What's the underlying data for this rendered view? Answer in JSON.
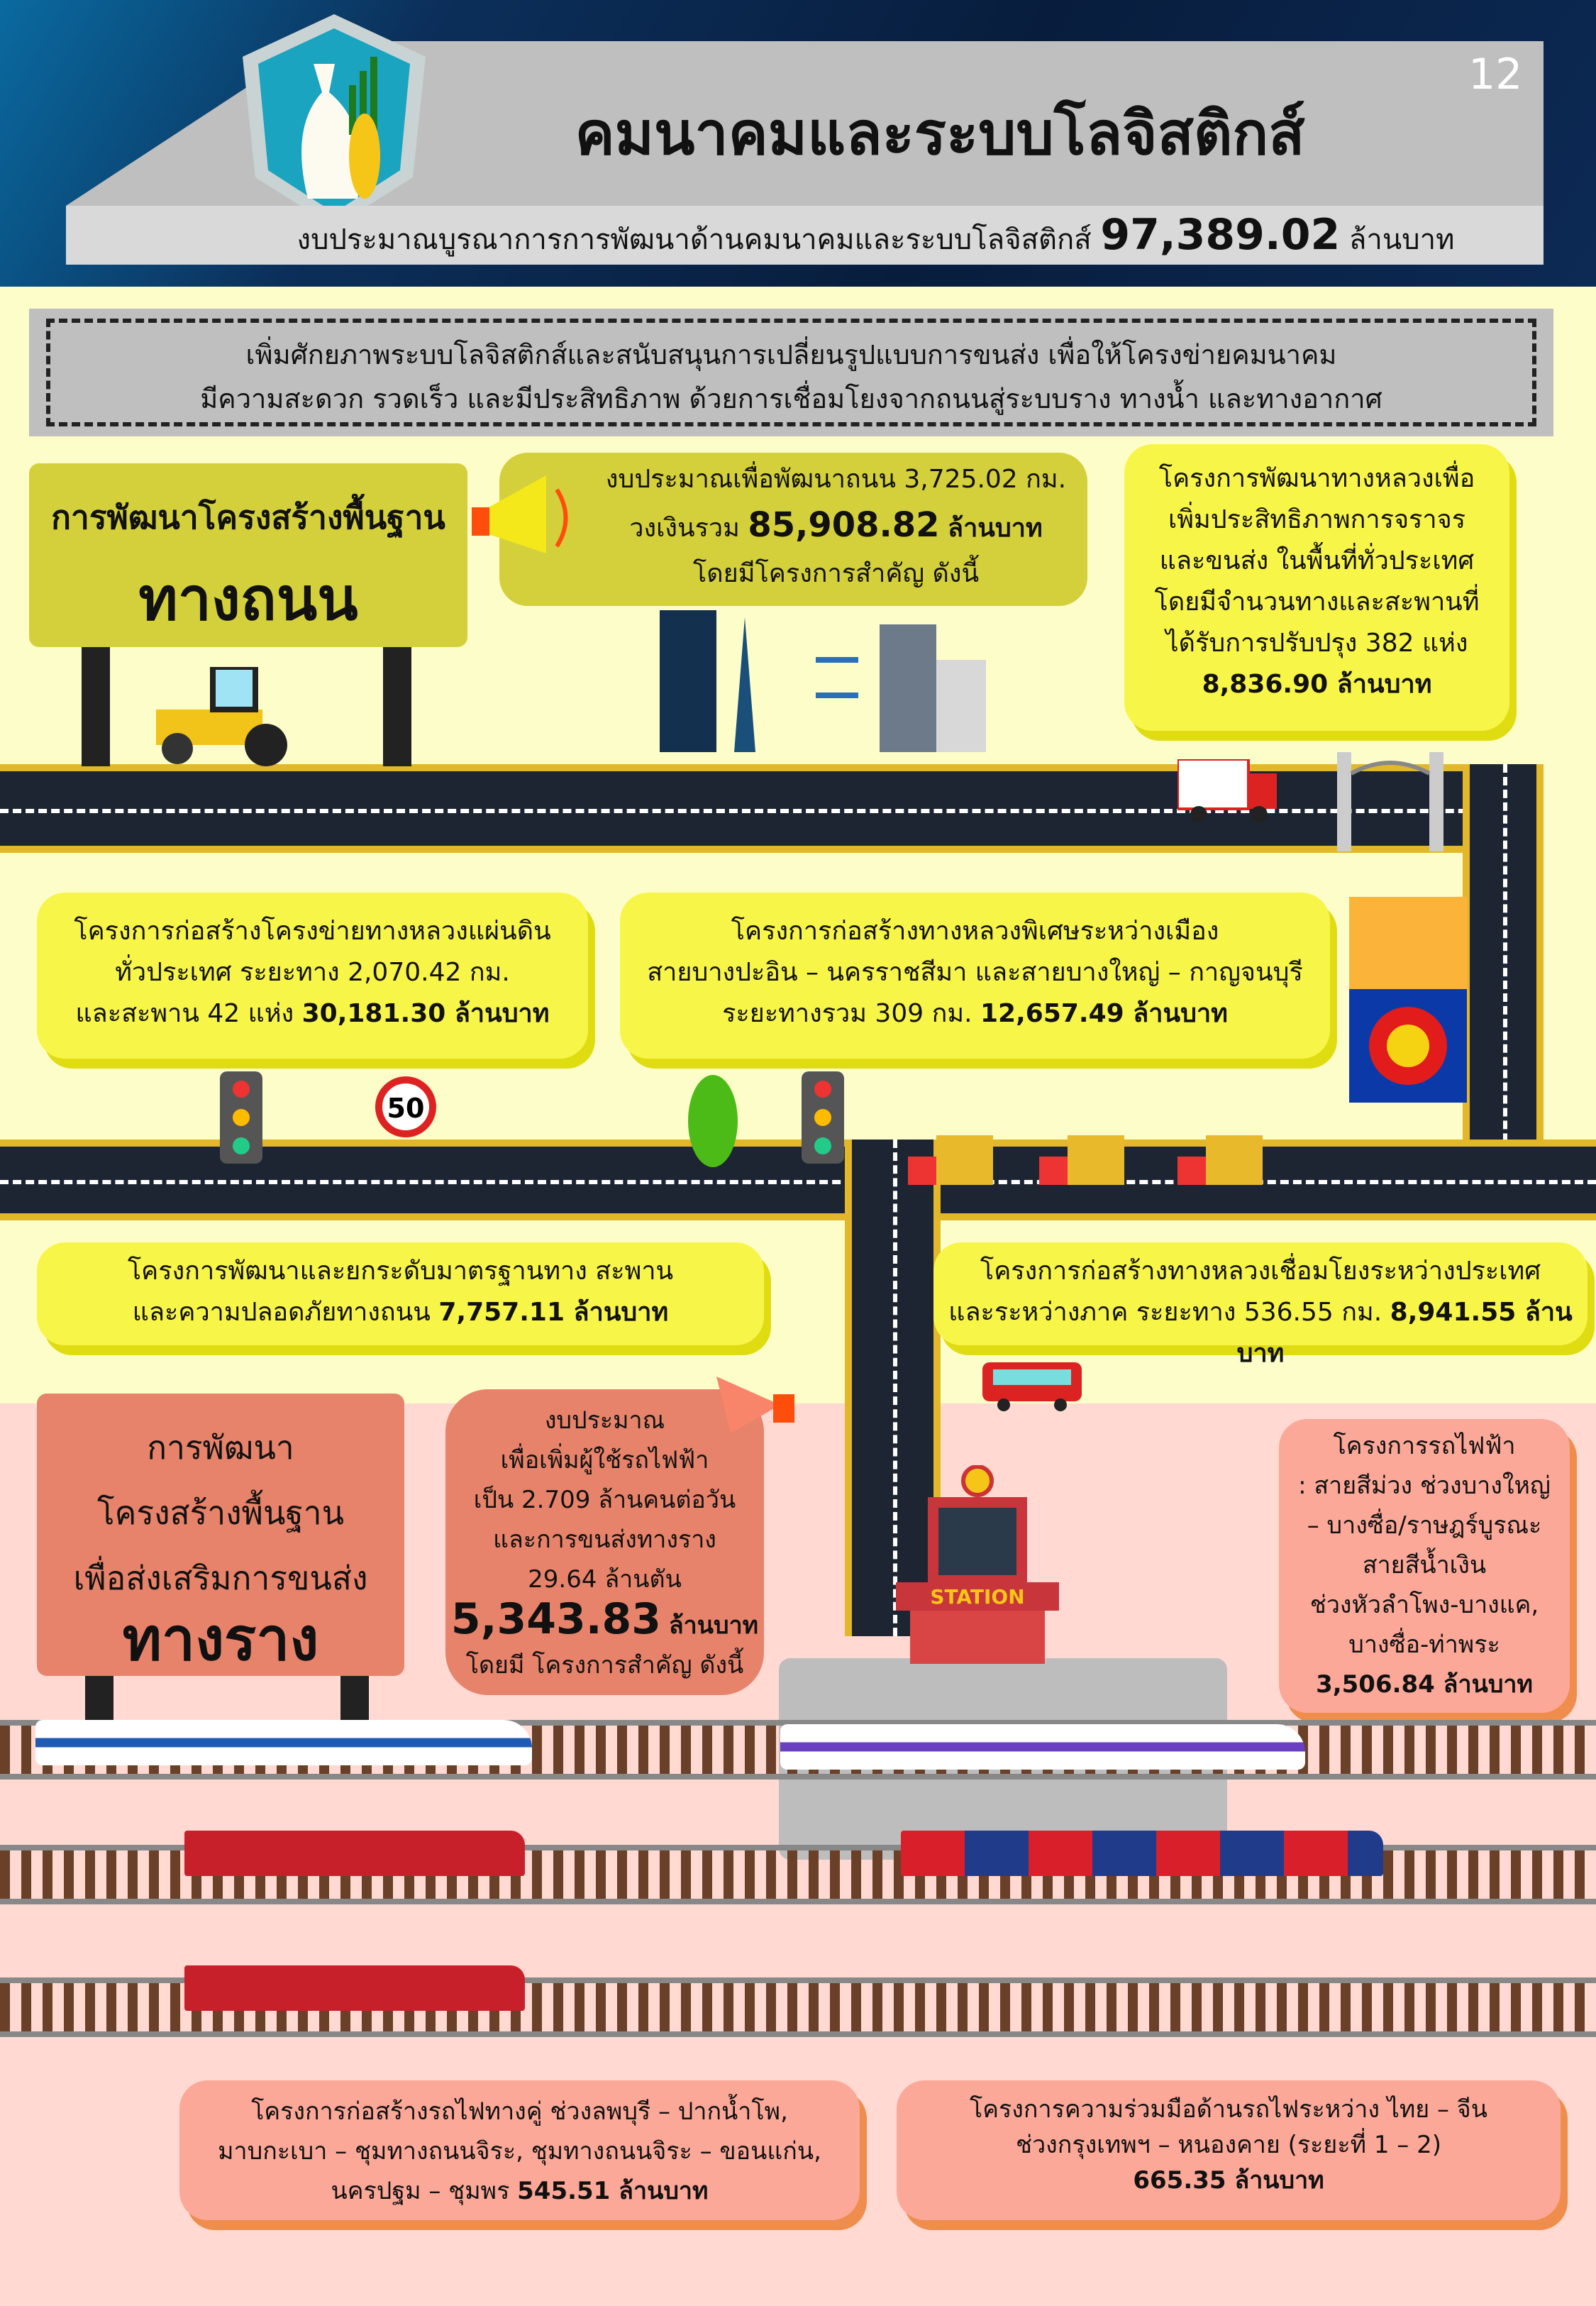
{
  "header": {
    "page_number": "12",
    "title": "คมนาคมและระบบโลจิสติกส์",
    "subtitle_prefix": "งบประมาณบูรณาการการพัฒนาด้านคมนาคมและระบบโลจิสติกส์",
    "subtitle_amount": "97,389.02",
    "subtitle_unit": "ล้านบาท"
  },
  "mission": {
    "line1": "เพิ่มศักยภาพระบบโลจิสติกส์และสนับสนุนการเปลี่ยนรูปแบบการขนส่ง เพื่อให้โครงข่ายคมนาคม",
    "line2": "มีความสะดวก รวดเร็ว และมีประสิทธิภาพ  ด้วยการเชื่อมโยงจากถนนสู่ระบบราง ทางน้ำ และทางอากาศ"
  },
  "road": {
    "sign_line1": "การพัฒนาโครงสร้างพื้นฐาน",
    "sign_line2": "ทางถนน",
    "budget_line1": "งบประมาณเพื่อพัฒนาถนน 3,725.02 กม.",
    "budget_prefix": "วงเงินรวม",
    "budget_amount": "85,908.82",
    "budget_unit": "ล้านบาท",
    "budget_line3": "โดยมีโครงการสำคัญ ดังนี้",
    "speed_sign": "50",
    "projects": [
      {
        "lines": [
          "โครงการพัฒนาทางหลวงเพื่อ",
          "เพิ่มประสิทธิภาพการจราจร",
          "และขนส่ง ในพื้นที่ทั่วประเทศ",
          "โดยมีจำนวนทางและสะพานที่",
          "ได้รับการปรับปรุง 382 แห่ง"
        ],
        "amount": "8,836.90 ล้านบาท"
      },
      {
        "lines": [
          "โครงการก่อสร้างโครงข่ายทางหลวงแผ่นดิน",
          "ทั่วประเทศ ระยะทาง 2,070.42 กม.",
          "และสะพาน 42 แห่ง"
        ],
        "amount": "30,181.30 ล้านบาท"
      },
      {
        "lines": [
          "โครงการก่อสร้างทางหลวงพิเศษระหว่างเมือง",
          "สายบางปะอิน – นครราชสีมา และสายบางใหญ่ – กาญจนบุรี",
          "ระยะทางรวม 309 กม."
        ],
        "amount": "12,657.49 ล้านบาท"
      },
      {
        "lines": [
          "โครงการพัฒนาและยกระดับมาตรฐานทาง สะพาน",
          "และความปลอดภัยทางถนน"
        ],
        "amount": "7,757.11 ล้านบาท"
      },
      {
        "lines": [
          "โครงการก่อสร้างทางหลวงเชื่อมโยงระหว่างประเทศ",
          "และระหว่างภาค ระยะทาง 536.55 กม."
        ],
        "amount": "8,941.55 ล้านบาท"
      }
    ]
  },
  "rail": {
    "sign_lines": [
      "การพัฒนา",
      "โครงสร้างพื้นฐาน",
      "เพื่อส่งเสริมการขนส่ง"
    ],
    "sign_big": "ทางราง",
    "budget_lines": [
      "งบประมาณ",
      "เพื่อเพิ่มผู้ใช้รถไฟฟ้า",
      "เป็น 2.709 ล้านคนต่อวัน",
      "และการขนส่งทางราง",
      "29.64 ล้านตัน"
    ],
    "budget_amount": "5,343.83",
    "budget_unit": "ล้านบาท",
    "budget_footer": "โดยมี โครงการสำคัญ ดังนี้",
    "station_label": "STATION",
    "projects": [
      {
        "lines": [
          "โครงการรถไฟฟ้า",
          ": สายสีม่วง ช่วงบางใหญ่",
          "– บางซื่อ/ราษฎร์บูรณะ",
          "สายสีน้ำเงิน",
          "ช่วงหัวลำโพง-บางแค,",
          "บางซื่อ-ท่าพระ"
        ],
        "amount": "3,506.84 ล้านบาท"
      },
      {
        "lines": [
          "โครงการก่อสร้างรถไฟทางคู่ ช่วงลพบุรี – ปากน้ำโพ,",
          "มาบกะเบา – ชุมทางถนนจิระ, ชุมทางถนนจิระ – ขอนแก่น,",
          "นครปฐม – ชุมพร"
        ],
        "amount": "545.51 ล้านบาท"
      },
      {
        "lines": [
          "โครงการความร่วมมือด้านรถไฟระหว่าง ไทย – จีน",
          "ช่วงกรุงเทพฯ – หนองคาย (ระยะที่ 1 – 2)"
        ],
        "amount": "665.35 ล้านบาท"
      }
    ]
  },
  "colors": {
    "road_sign": "#d4d03b",
    "callout_yellow": "#f8f549",
    "rail_sign": "#e6836a",
    "callout_pink": "#fca898",
    "road": "#1d2532"
  }
}
